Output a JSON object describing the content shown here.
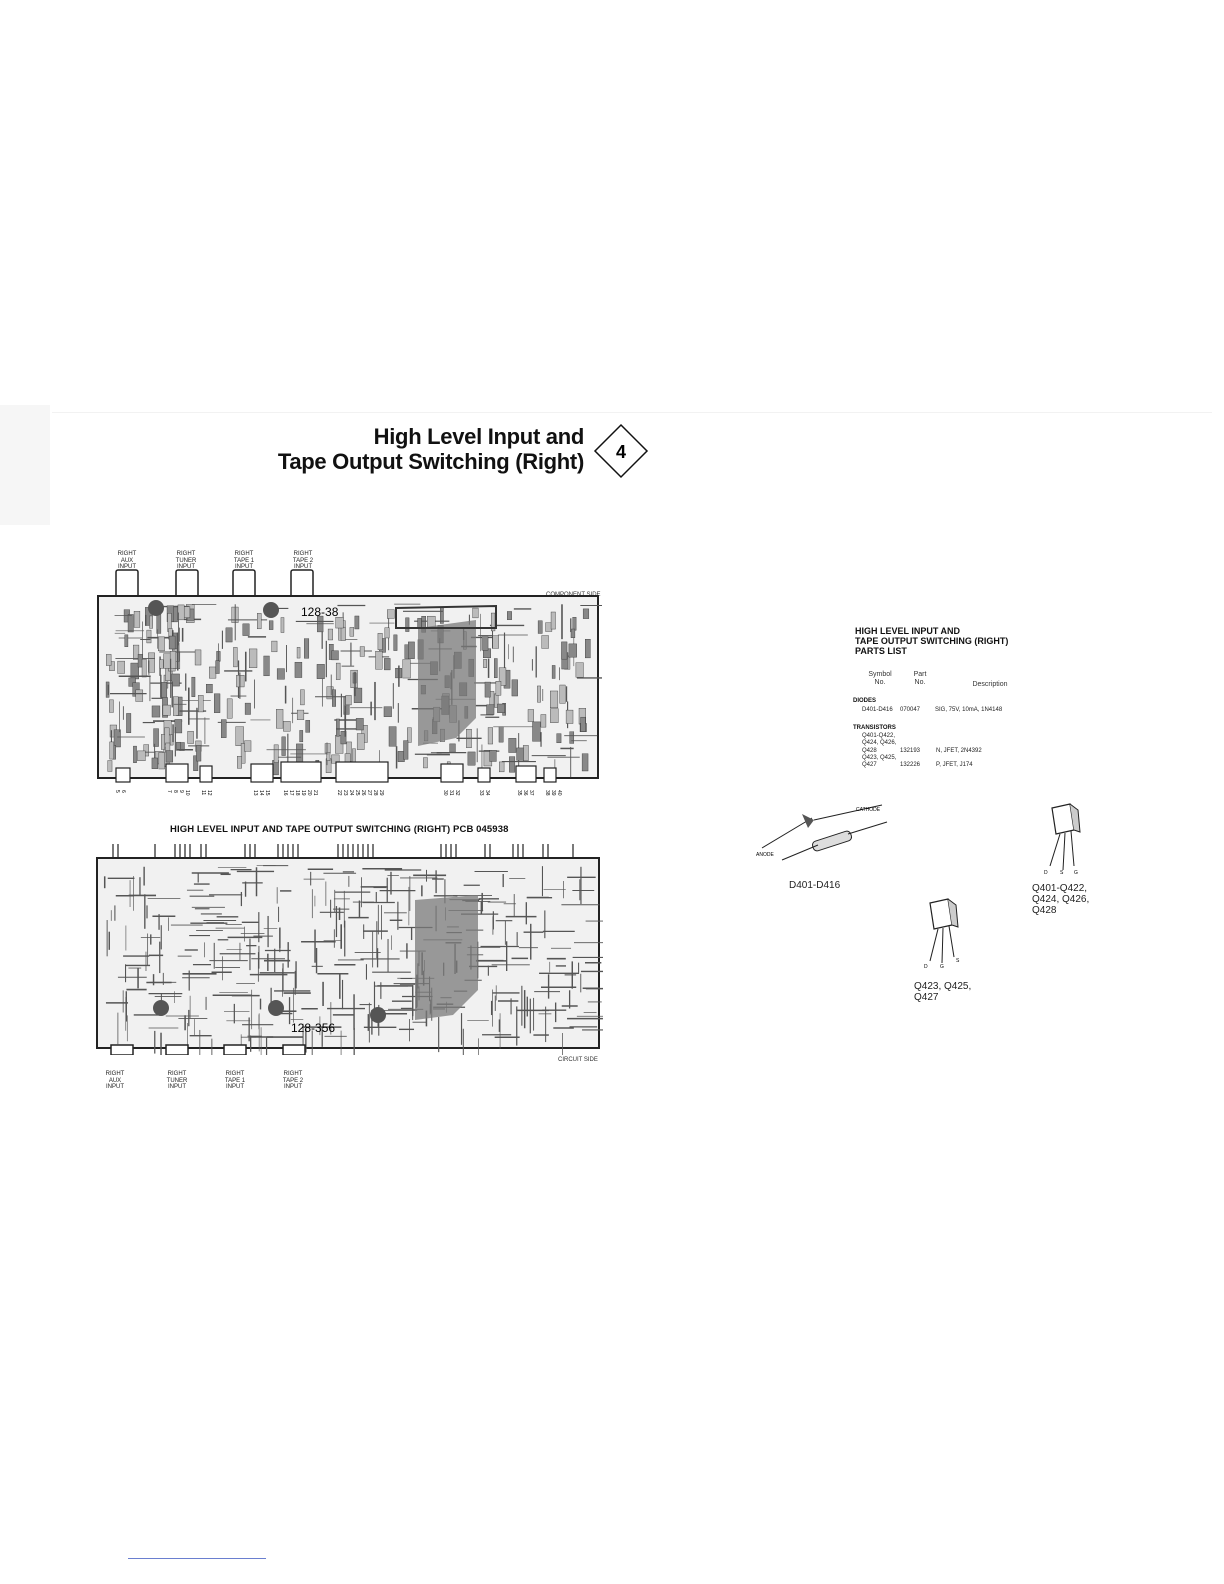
{
  "title": {
    "line1": "High Level Input and",
    "line2": "Tape Output Switching (Right)"
  },
  "section_badge": "4",
  "component_side": {
    "label": "COMPONENT SIDE",
    "connectors": [
      {
        "line1": "RIGHT",
        "line2": "AUX",
        "line3": "INPUT"
      },
      {
        "line1": "RIGHT",
        "line2": "TUNER",
        "line3": "INPUT"
      },
      {
        "line1": "RIGHT",
        "line2": "TAPE 1",
        "line3": "INPUT"
      },
      {
        "line1": "RIGHT",
        "line2": "TAPE 2",
        "line3": "INPUT"
      }
    ],
    "board_mark": "128-38"
  },
  "pcb_caption": "HIGH LEVEL INPUT AND TAPE OUTPUT SWITCHING (RIGHT) PCB 045938",
  "circuit_side": {
    "label": "CIRCUIT SIDE",
    "connectors": [
      {
        "line1": "RIGHT",
        "line2": "AUX",
        "line3": "INPUT"
      },
      {
        "line1": "RIGHT",
        "line2": "TUNER",
        "line3": "INPUT"
      },
      {
        "line1": "RIGHT",
        "line2": "TAPE 1",
        "line3": "INPUT"
      },
      {
        "line1": "RIGHT",
        "line2": "TAPE 2",
        "line3": "INPUT"
      }
    ],
    "board_mark": "128-356"
  },
  "parts_list": {
    "heading_line1": "HIGH LEVEL INPUT AND",
    "heading_line2": "TAPE OUTPUT SWITCHING (RIGHT)",
    "heading_line3": "PARTS LIST",
    "columns": {
      "symbol_line1": "Symbol",
      "symbol_line2": "No.",
      "part_line1": "Part",
      "part_line2": "No.",
      "description": "Description"
    },
    "diodes": {
      "group": "DIODES",
      "symbol": "D401-D416",
      "part": "070047",
      "description": "SIG, 75V, 10mA, 1N4148"
    },
    "transistors": {
      "group": "TRANSISTORS",
      "rows": [
        {
          "symbol": "Q401-Q422,",
          "part": "",
          "description": ""
        },
        {
          "symbol": "Q424, Q426,",
          "part": "",
          "description": ""
        },
        {
          "symbol": "Q428",
          "part": "132193",
          "description": "N, JFET, 2N4392"
        },
        {
          "symbol": "Q423, Q425,",
          "part": "",
          "description": ""
        },
        {
          "symbol": "Q427",
          "part": "132226",
          "description": "P, JFET, J174"
        }
      ]
    }
  },
  "diagrams": {
    "diode": {
      "cathode": "CATHODE",
      "anode": "ANODE",
      "caption": "D401-D416"
    },
    "n_jfet": {
      "pins": [
        "D",
        "S",
        "G"
      ],
      "caption_line1": "Q401-Q422,",
      "caption_line2": "Q424, Q426,",
      "caption_line3": "Q428"
    },
    "p_jfet": {
      "pins": [
        "D",
        "G",
        "S"
      ],
      "caption_line1": "Q423, Q425,",
      "caption_line2": "Q427"
    }
  },
  "pin_numbers": [
    "5",
    "6",
    "7",
    "8",
    "9",
    "10",
    "11",
    "12",
    "13",
    "14",
    "15",
    "16",
    "17",
    "18",
    "19",
    "20",
    "21",
    "22",
    "23",
    "24",
    "25",
    "26",
    "27",
    "28",
    "29",
    "30",
    "31",
    "32",
    "33",
    "34",
    "35",
    "36",
    "37",
    "38",
    "39",
    "40"
  ]
}
